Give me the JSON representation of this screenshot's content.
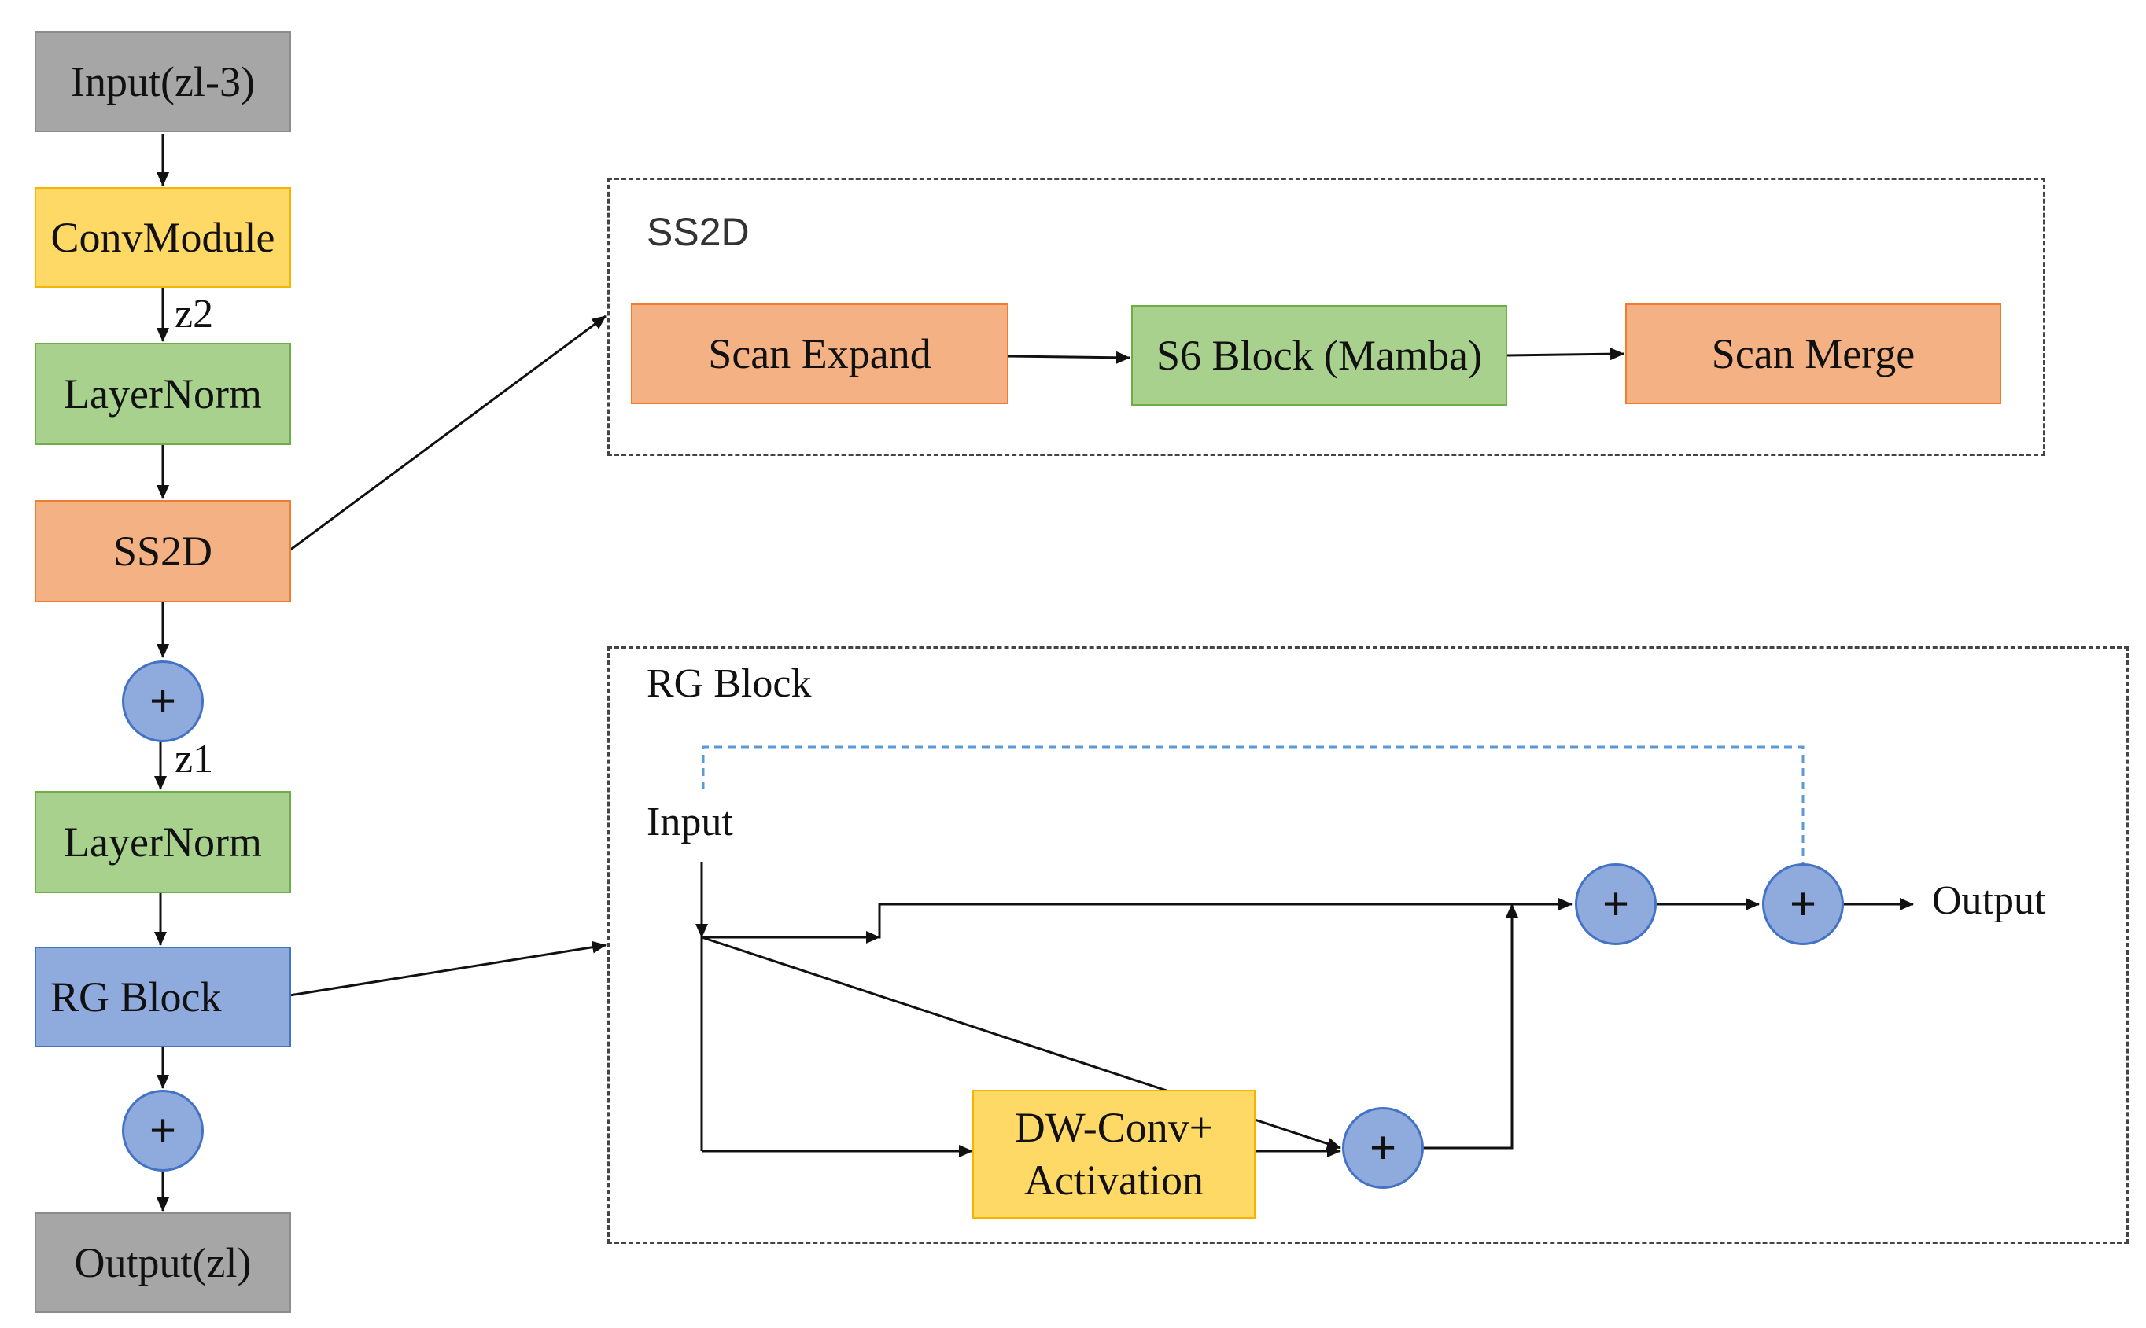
{
  "main_chain": {
    "input": "Input(zl-3)",
    "conv_module": "ConvModule",
    "z2": "z2",
    "layernorm_1": "LayerNorm",
    "ss2d": "SS2D",
    "add_1": "+",
    "z1": "z1",
    "layernorm_2": "LayerNorm",
    "rg_block": "RG Block",
    "add_2": "+",
    "output": "Output(zl)"
  },
  "ss2d_panel": {
    "title": "SS2D",
    "scan_expand": "Scan Expand",
    "s6_block": "S6 Block (Mamba)",
    "scan_merge": "Scan Merge"
  },
  "rg_panel": {
    "title": "RG Block",
    "input": "Input",
    "output": "Output",
    "dwconv_line1": "DW-Conv+",
    "dwconv_line2": "Activation",
    "add_a": "+",
    "add_b": "+",
    "add_c": "+"
  },
  "colors": {
    "gray": "#a6a6a6",
    "yellow": "#ffd966",
    "green": "#a9d18e",
    "orange": "#f4b183",
    "blue": "#8faadc",
    "skip_dashed": "#5b9bd5"
  }
}
